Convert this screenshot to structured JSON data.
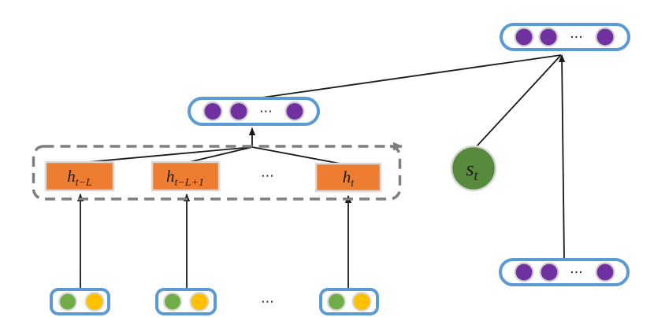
{
  "diagram": {
    "title": "recurrent-encoder-attention-diagram",
    "hidden_states": [
      {
        "base": "h",
        "sub": "t−L"
      },
      {
        "base": "h",
        "sub": "t−L+1"
      },
      {
        "base": "h",
        "sub": "t"
      }
    ],
    "state_node": {
      "base": "s",
      "sub": "t"
    },
    "ellipsis": "⋯"
  },
  "colors": {
    "pill_stroke": "#5B9BD5",
    "vector_fill": "#7030A0",
    "vector_ring": "#D0CECE",
    "hidden_fill": "#ED7D31",
    "hidden_border": "#D9D9D9",
    "state_fill": "#578A3D",
    "state_ring": "#D6D6D6",
    "input_green": "#70AD47",
    "input_yellow": "#FFC000",
    "dash_gray": "#7F7F7F",
    "arrow_black": "#1a1a1a",
    "canvas_bg": "#FFFFFF"
  }
}
